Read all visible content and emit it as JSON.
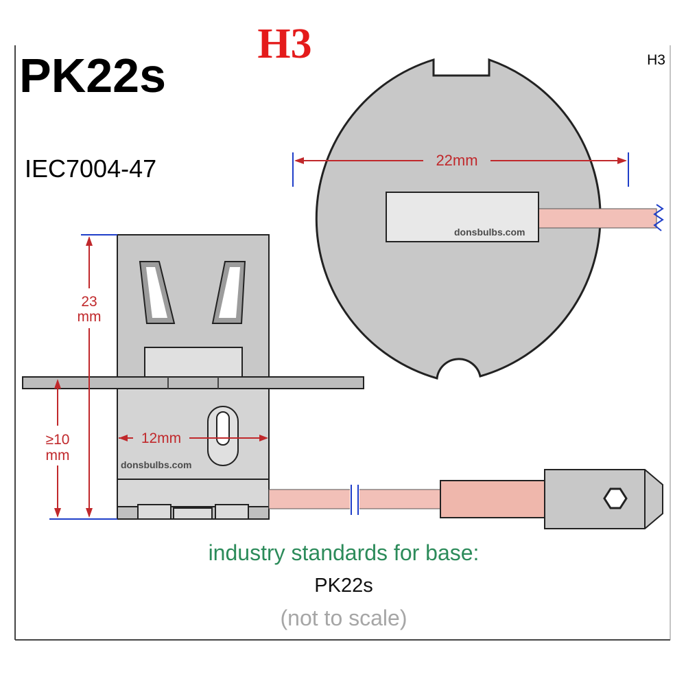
{
  "header": {
    "bulb_type": "H3"
  },
  "panel": {
    "title": "PK22s",
    "corner_tag": "H3",
    "standard": "IEC7004-47"
  },
  "dimensions": {
    "diameter": "22mm",
    "width": "12mm",
    "height_value": "23",
    "height_unit": "mm",
    "min_value": "≥10",
    "min_unit": "mm"
  },
  "watermarks": {
    "top": "donsbulbs.com",
    "side": "donsbulbs.com"
  },
  "caption": {
    "line1": "industry standards for base:",
    "line2": "PK22s",
    "line3": "(not to scale)"
  },
  "colors": {
    "header_red": "#e41b1b",
    "dimension_red": "#c0282b",
    "dimension_blue": "#1f3ec9",
    "part_gray": "#c8c8c8",
    "lead_pink": "#f2c0b8",
    "caption_green": "#2c8b5a",
    "caption_gray": "#a6a6a6"
  }
}
